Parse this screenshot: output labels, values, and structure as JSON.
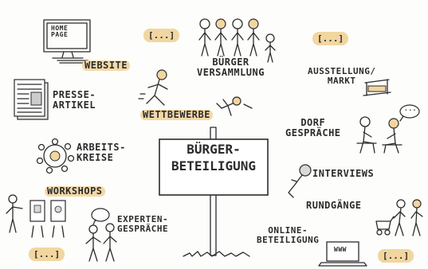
{
  "center_sign": {
    "line1": "BÜRGER-",
    "line2": "BETEILIGUNG"
  },
  "labels": {
    "homepage_screen": "HOME\nPAGE",
    "website": "WEBSITE",
    "buerger_versammlung": "BÜRGER\nVERSAMMLUNG",
    "ausstellung_markt": "AUSSTELLUNG/\nMARKT",
    "presse_artikel": "PRESSE-\nARTIKEL",
    "wettbewerbe": "WETTBEWERBE",
    "dorf_gespraeche": "DORF\nGESPRÄCHE",
    "arbeitskreise": "ARBEITS-\nKREISE",
    "interviews": "INTERVIEWS",
    "workshops": "WORKSHOPS",
    "rundgaenge": "RUNDGÄNGE",
    "experten_gespraeche": "EXPERTEN-\nGESPRÄCHE",
    "online_beteiligung": "ONLINE-\nBETEILIGUNG",
    "laptop_screen": "WWW",
    "bubble_dots": "..."
  },
  "placeholders": {
    "top_left": "[...]",
    "top_right": "[...]",
    "bottom_left": "[...]",
    "bottom_right": "[...]"
  },
  "colors": {
    "highlight": "#f2d6a0",
    "ink": "#2b2b2b",
    "background": "#fdfdfb"
  }
}
